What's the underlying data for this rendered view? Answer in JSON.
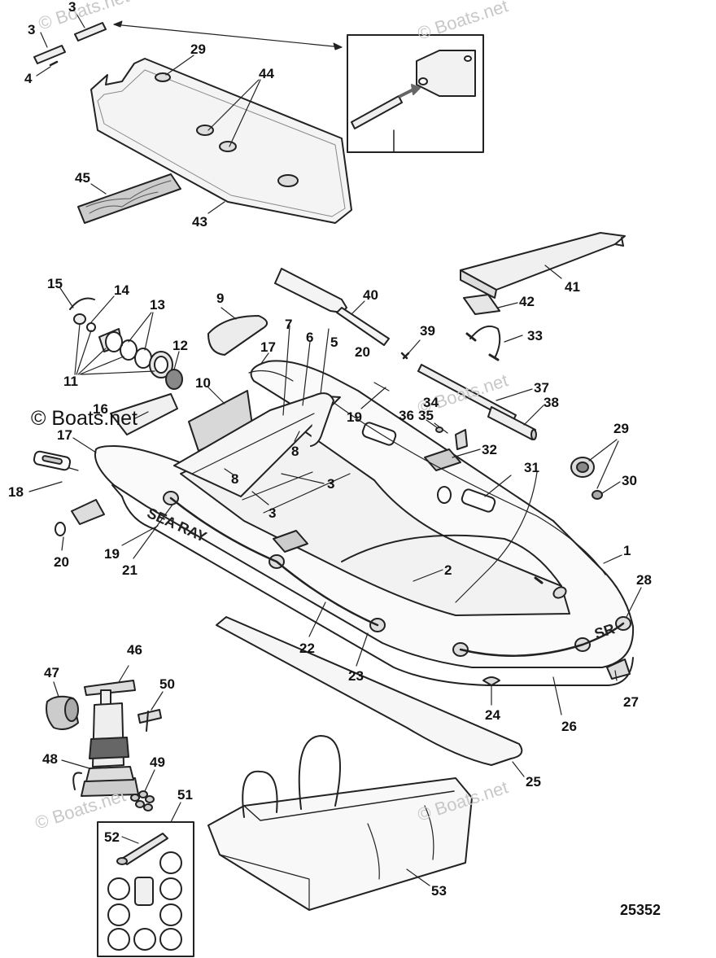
{
  "figure_number": "25352",
  "watermark": "© Boats.net",
  "hull_labels": {
    "brand": "SEA RAY",
    "model": "SR"
  },
  "callouts": [
    {
      "id": "c1",
      "text": "1"
    },
    {
      "id": "c2",
      "text": "2"
    },
    {
      "id": "c3a",
      "text": "3"
    },
    {
      "id": "c3b",
      "text": "3"
    },
    {
      "id": "c3c",
      "text": "3"
    },
    {
      "id": "c3d",
      "text": "3"
    },
    {
      "id": "c4",
      "text": "4"
    },
    {
      "id": "c5",
      "text": "5"
    },
    {
      "id": "c6",
      "text": "6"
    },
    {
      "id": "c7",
      "text": "7"
    },
    {
      "id": "c8a",
      "text": "8"
    },
    {
      "id": "c8b",
      "text": "8"
    },
    {
      "id": "c9",
      "text": "9"
    },
    {
      "id": "c10",
      "text": "10"
    },
    {
      "id": "c11",
      "text": "11"
    },
    {
      "id": "c12",
      "text": "12"
    },
    {
      "id": "c13",
      "text": "13"
    },
    {
      "id": "c14",
      "text": "14"
    },
    {
      "id": "c15",
      "text": "15"
    },
    {
      "id": "c16",
      "text": "16"
    },
    {
      "id": "c17a",
      "text": "17"
    },
    {
      "id": "c17b",
      "text": "17"
    },
    {
      "id": "c18",
      "text": "18"
    },
    {
      "id": "c19a",
      "text": "19"
    },
    {
      "id": "c19b",
      "text": "19"
    },
    {
      "id": "c20a",
      "text": "20"
    },
    {
      "id": "c20b",
      "text": "20"
    },
    {
      "id": "c21",
      "text": "21"
    },
    {
      "id": "c22",
      "text": "22"
    },
    {
      "id": "c23",
      "text": "23"
    },
    {
      "id": "c24",
      "text": "24"
    },
    {
      "id": "c25",
      "text": "25"
    },
    {
      "id": "c26",
      "text": "26"
    },
    {
      "id": "c27",
      "text": "27"
    },
    {
      "id": "c28",
      "text": "28"
    },
    {
      "id": "c29a",
      "text": "29"
    },
    {
      "id": "c29b",
      "text": "29"
    },
    {
      "id": "c30",
      "text": "30"
    },
    {
      "id": "c31",
      "text": "31"
    },
    {
      "id": "c32",
      "text": "32"
    },
    {
      "id": "c33",
      "text": "33"
    },
    {
      "id": "c34",
      "text": "34"
    },
    {
      "id": "c35",
      "text": "35"
    },
    {
      "id": "c36",
      "text": "36"
    },
    {
      "id": "c37",
      "text": "37"
    },
    {
      "id": "c38",
      "text": "38"
    },
    {
      "id": "c39",
      "text": "39"
    },
    {
      "id": "c40",
      "text": "40"
    },
    {
      "id": "c41",
      "text": "41"
    },
    {
      "id": "c42",
      "text": "42"
    },
    {
      "id": "c43",
      "text": "43"
    },
    {
      "id": "c44",
      "text": "44"
    },
    {
      "id": "c45",
      "text": "45"
    },
    {
      "id": "c46",
      "text": "46"
    },
    {
      "id": "c47",
      "text": "47"
    },
    {
      "id": "c48",
      "text": "48"
    },
    {
      "id": "c49",
      "text": "49"
    },
    {
      "id": "c50",
      "text": "50"
    },
    {
      "id": "c51",
      "text": "51"
    },
    {
      "id": "c52",
      "text": "52"
    },
    {
      "id": "c53",
      "text": "53"
    }
  ]
}
